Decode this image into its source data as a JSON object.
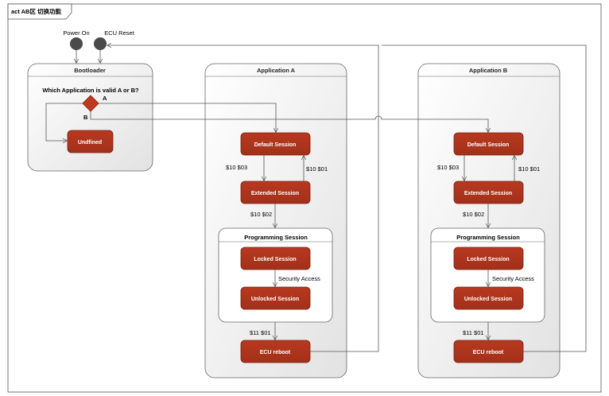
{
  "frame": {
    "title": "act AB区 切换功能"
  },
  "initial_nodes": [
    {
      "id": "power_on",
      "label": "Power On"
    },
    {
      "id": "ecu_reset",
      "label": "ECU Reset"
    }
  ],
  "bootloader": {
    "title": "Bootloader",
    "question": "Which Application is valid A or B?",
    "branch_a": "A",
    "branch_b": "B",
    "undefined_state": "Undfined"
  },
  "applications": [
    {
      "id": "app_a",
      "title": "Application A",
      "default_session": "Default Session",
      "extended_session": "Extended Session",
      "programming_session": "Programming Session",
      "locked_session": "Locked Session",
      "unlocked_session": "Unlocked Session",
      "ecu_reboot": "ECU reboot",
      "edge_to_extended": "$10 $03",
      "edge_to_default": "$10 $01",
      "edge_to_programming": "$10 $02",
      "edge_security": "Security Access",
      "edge_reboot": "$11 $01"
    },
    {
      "id": "app_b",
      "title": "Application B",
      "default_session": "Default Session",
      "extended_session": "Extended Session",
      "programming_session": "Programming Session",
      "locked_session": "Locked Session",
      "unlocked_session": "Unlocked Session",
      "ecu_reboot": "ECU reboot",
      "edge_to_extended": "$10 $03",
      "edge_to_default": "$10 $01",
      "edge_to_programming": "$10 $02",
      "edge_security": "Security Access",
      "edge_reboot": "$11 $01"
    }
  ],
  "colors": {
    "state_fill": "#b1361e",
    "state_stroke": "#7a1f0e",
    "region_fill": "#efefef",
    "initial_node": "#4a4a4a"
  }
}
